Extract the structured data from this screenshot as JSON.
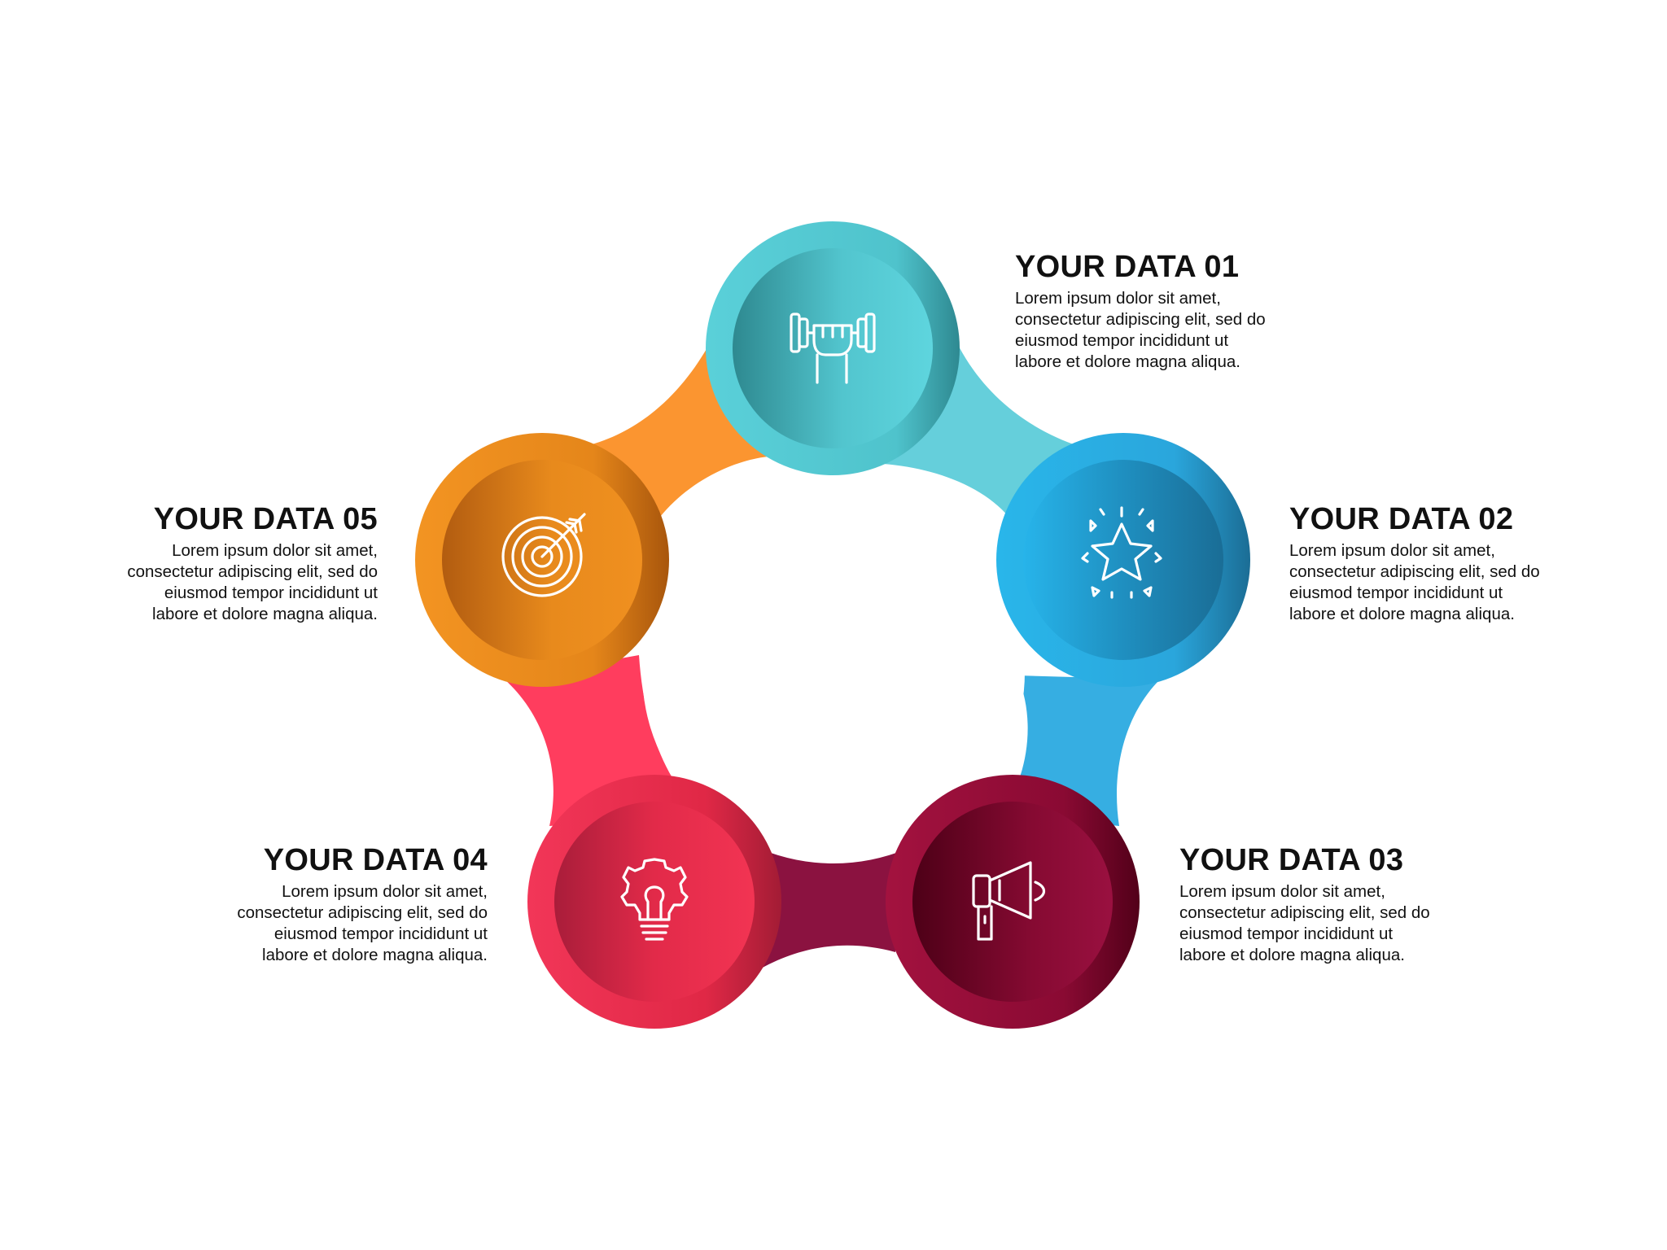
{
  "diagram": {
    "steps": [
      {
        "title": "YOUR DATA 01",
        "body_lines": [
          "Lorem ipsum dolor sit amet,",
          "consectetur adipiscing elit, sed do",
          "eiusmod tempor incididunt ut",
          "labore et dolore magna aliqua."
        ],
        "icon": "dumbbell-fist-icon",
        "color_light": "#5FD3DB",
        "color_dark": "#2F8C94",
        "connector_color": "#65CFDB"
      },
      {
        "title": "YOUR DATA 02",
        "body_lines": [
          "Lorem ipsum dolor sit amet,",
          "consectetur adipiscing elit, sed do",
          "eiusmod tempor incididunt ut",
          "labore et dolore magna aliqua."
        ],
        "icon": "star-sparkle-icon",
        "color_light": "#27B3E8",
        "color_dark": "#1C6E97",
        "connector_color": "#36AEE2"
      },
      {
        "title": "YOUR DATA 03",
        "body_lines": [
          "Lorem ipsum dolor sit amet,",
          "consectetur adipiscing elit, sed do",
          "eiusmod tempor incididunt ut",
          "labore et dolore magna aliqua."
        ],
        "icon": "megaphone-icon",
        "color_light": "#8E0A34",
        "color_dark": "#4E0018",
        "connector_color": "#8B1240"
      },
      {
        "title": "YOUR DATA 04",
        "body_lines": [
          "Lorem ipsum dolor sit amet,",
          "consectetur adipiscing elit, sed do",
          "eiusmod tempor incididunt ut",
          "labore et dolore magna aliqua."
        ],
        "icon": "lightbulb-gear-icon",
        "color_light": "#EF2F50",
        "color_dark": "#A91D3A",
        "connector_color": "#FF3D5E"
      },
      {
        "title": "YOUR DATA 05",
        "body_lines": [
          "Lorem ipsum dolor sit amet,",
          "consectetur adipiscing elit, sed do",
          "eiusmod tempor incididunt ut",
          "labore et dolore magna aliqua."
        ],
        "icon": "target-arrow-icon",
        "color_light": "#F2901E",
        "color_dark": "#B05A0C",
        "connector_color": "#FB9530"
      }
    ]
  }
}
